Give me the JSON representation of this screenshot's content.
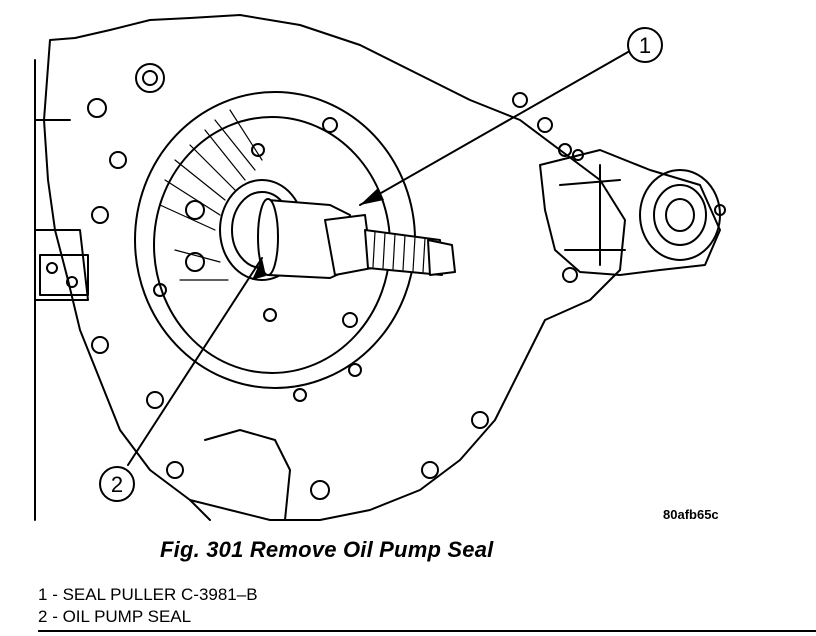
{
  "figure": {
    "caption": "Fig. 301 Remove Oil Pump Seal",
    "image_id": "80afb65c",
    "callouts": [
      {
        "number": "1",
        "label": "SEAL PULLER C-3981–B"
      },
      {
        "number": "2",
        "label": "OIL PUMP SEAL"
      }
    ]
  },
  "legend": {
    "items": [
      {
        "number": "1",
        "separator": " - ",
        "text": "SEAL PULLER C-3981–B"
      },
      {
        "number": "2",
        "separator": " - ",
        "text": "OIL PUMP SEAL"
      }
    ]
  }
}
